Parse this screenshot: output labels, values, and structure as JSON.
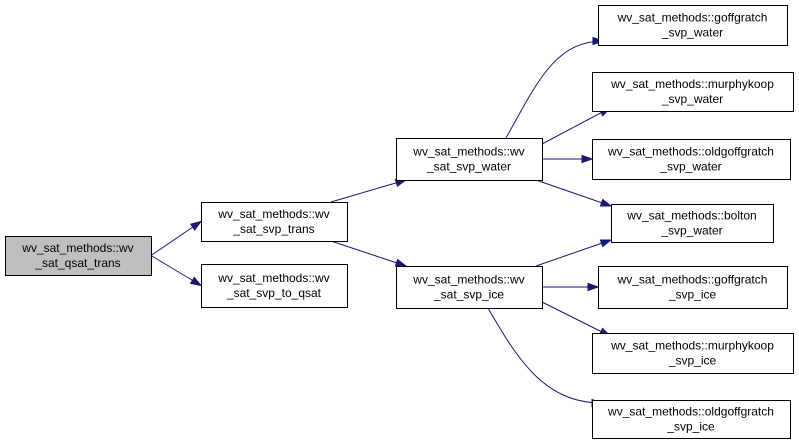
{
  "graph": {
    "edge_color": "#191970",
    "root_fill": "#bfbfbf",
    "nodes": [
      {
        "id": "qsat_trans",
        "lines": [
          "wv_sat_methods::wv",
          "_sat_qsat_trans"
        ],
        "root": true
      },
      {
        "id": "svp_trans",
        "lines": [
          "wv_sat_methods::wv",
          "_sat_svp_trans"
        ]
      },
      {
        "id": "svp_to_qsat",
        "lines": [
          "wv_sat_methods::wv",
          "_sat_svp_to_qsat"
        ]
      },
      {
        "id": "svp_water",
        "lines": [
          "wv_sat_methods::wv",
          "_sat_svp_water"
        ]
      },
      {
        "id": "svp_ice",
        "lines": [
          "wv_sat_methods::wv",
          "_sat_svp_ice"
        ]
      },
      {
        "id": "goffgratch_water",
        "lines": [
          "wv_sat_methods::goffgratch",
          "_svp_water"
        ]
      },
      {
        "id": "murphykoop_water",
        "lines": [
          "wv_sat_methods::murphykoop",
          "_svp_water"
        ]
      },
      {
        "id": "oldgoffgratch_water",
        "lines": [
          "wv_sat_methods::oldgoffgratch",
          "_svp_water"
        ]
      },
      {
        "id": "bolton_water",
        "lines": [
          "wv_sat_methods::bolton",
          "_svp_water"
        ]
      },
      {
        "id": "goffgratch_ice",
        "lines": [
          "wv_sat_methods::goffgratch",
          "_svp_ice"
        ]
      },
      {
        "id": "murphykoop_ice",
        "lines": [
          "wv_sat_methods::murphykoop",
          "_svp_ice"
        ]
      },
      {
        "id": "oldgoffgratch_ice",
        "lines": [
          "wv_sat_methods::oldgoffgratch",
          "_svp_ice"
        ]
      }
    ],
    "edges": [
      {
        "from": "qsat_trans",
        "to": "svp_trans"
      },
      {
        "from": "qsat_trans",
        "to": "svp_to_qsat"
      },
      {
        "from": "svp_trans",
        "to": "svp_water"
      },
      {
        "from": "svp_trans",
        "to": "svp_ice"
      },
      {
        "from": "svp_water",
        "to": "goffgratch_water"
      },
      {
        "from": "svp_water",
        "to": "murphykoop_water"
      },
      {
        "from": "svp_water",
        "to": "oldgoffgratch_water"
      },
      {
        "from": "svp_water",
        "to": "bolton_water"
      },
      {
        "from": "svp_ice",
        "to": "bolton_water"
      },
      {
        "from": "svp_ice",
        "to": "goffgratch_ice"
      },
      {
        "from": "svp_ice",
        "to": "murphykoop_ice"
      },
      {
        "from": "svp_ice",
        "to": "oldgoffgratch_ice"
      }
    ]
  }
}
